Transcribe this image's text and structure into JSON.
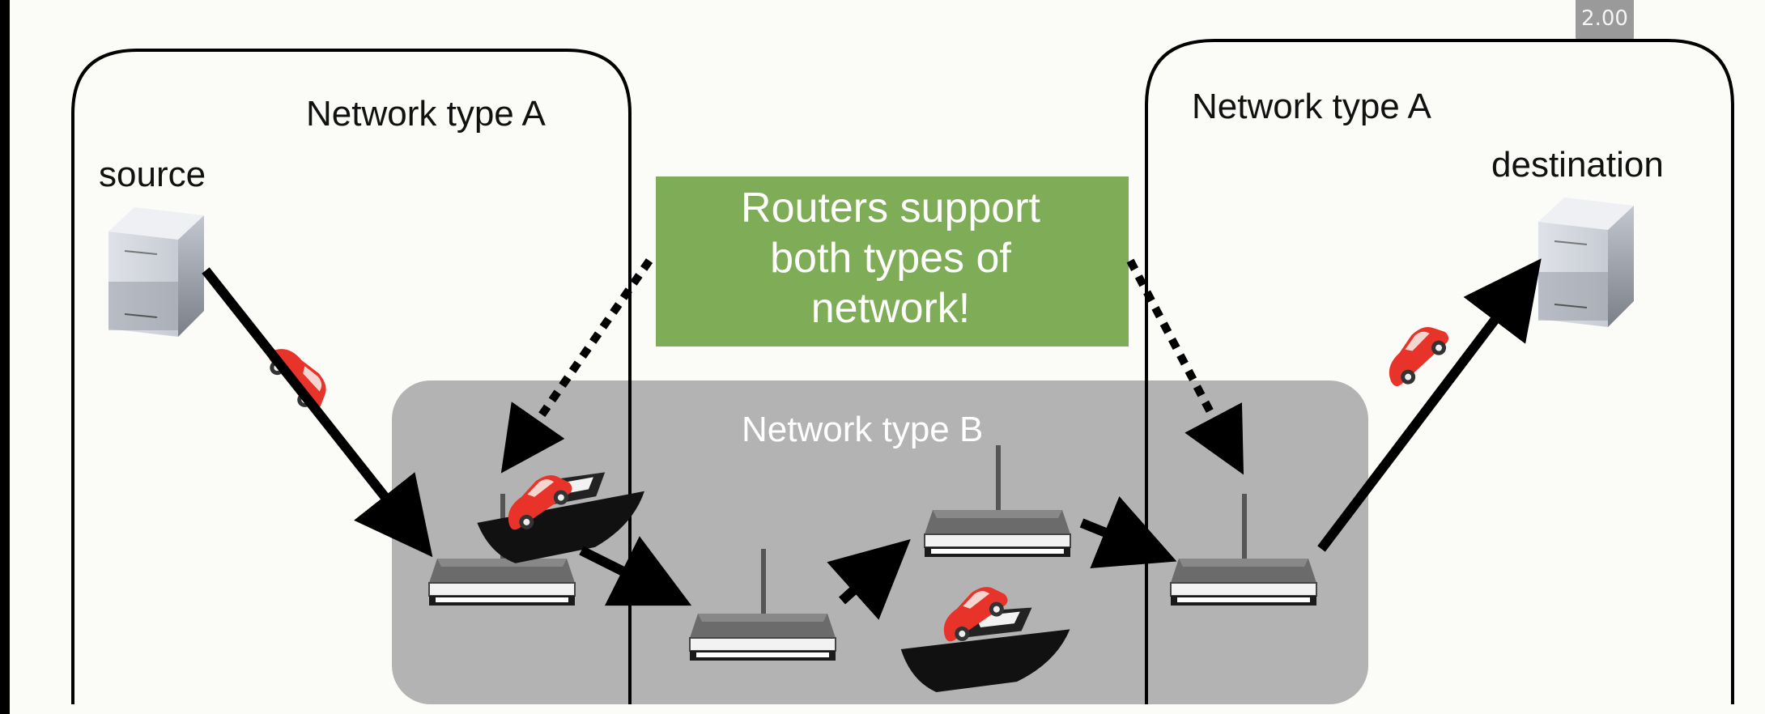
{
  "zoom_badge": "2.00",
  "networks": {
    "left_label": "Network type A",
    "right_label": "Network type A",
    "center_label": "Network type B"
  },
  "hosts": {
    "source_label": "source",
    "destination_label": "destination"
  },
  "callout": {
    "line1": "Routers support",
    "line2": "both types of",
    "line3": "network!"
  },
  "colors": {
    "callout_bg": "#7fac57",
    "network_b_bg": "#b3b3b3",
    "car": "#e8332a",
    "arrow": "#000000"
  }
}
